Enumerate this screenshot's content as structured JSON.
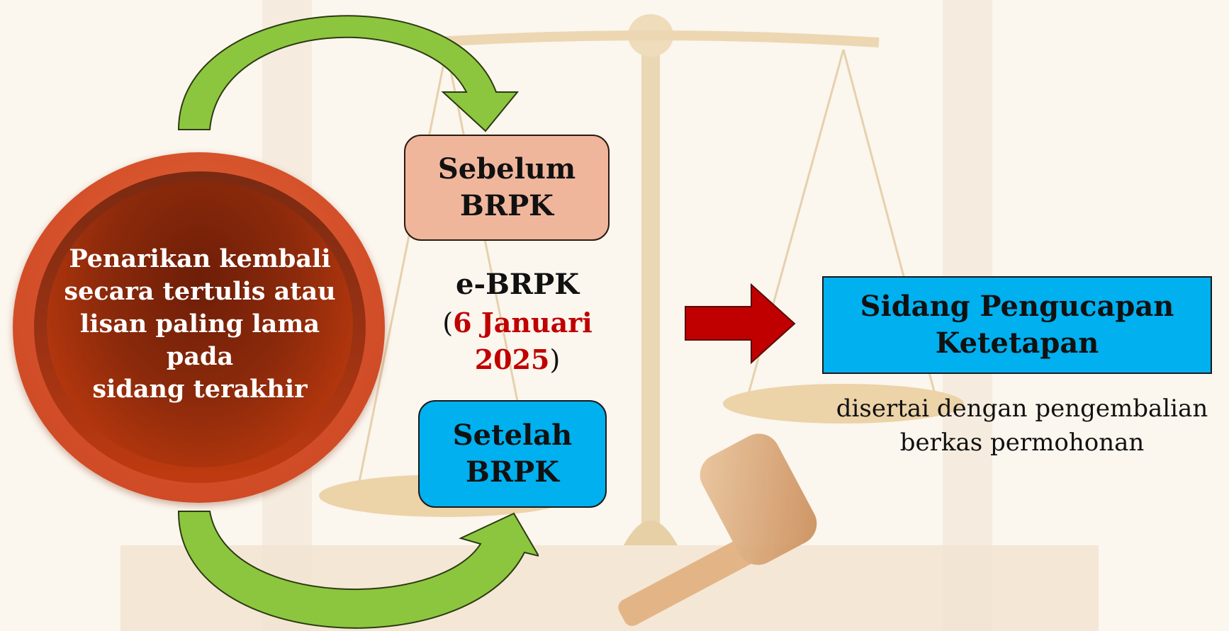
{
  "source": {
    "text": "Penarikan kembali\nsecara tertulis atau\nlisan paling lama pada\nsidang terakhir"
  },
  "branches": {
    "before": {
      "label": "Sebelum\nBRPK"
    },
    "after": {
      "label": "Setelah\nBRPK"
    }
  },
  "milestone": {
    "name": "e-BRPK",
    "date_line1": "6 Januari",
    "date_line2": "2025"
  },
  "result": {
    "title": "Sidang Pengucapan\nKetetapan",
    "note": "disertai dengan pengembalian\nberkas permohonan"
  },
  "colors": {
    "arrow_green": "#8cc63f",
    "arrow_red": "#c00000",
    "box_peach": "#f0b69c",
    "box_blue": "#00b0ef",
    "circle_red": "#c9410f"
  }
}
